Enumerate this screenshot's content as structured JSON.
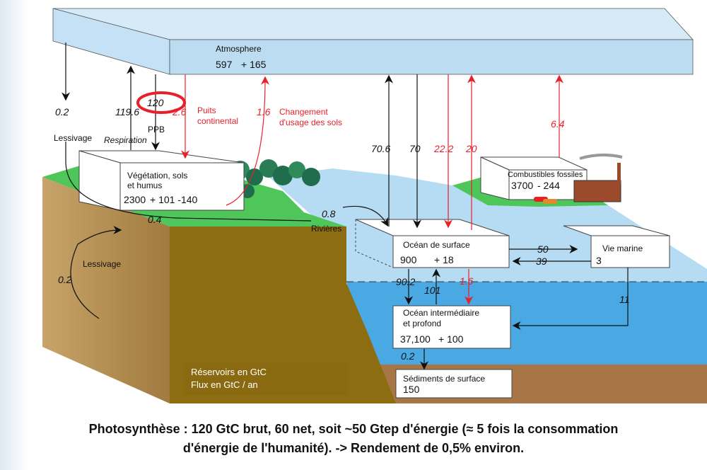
{
  "atmosphere": {
    "label": "Atmosphere",
    "stock": "597",
    "delta": "+ 165"
  },
  "vegetation": {
    "label_line1": "Végétation, sols",
    "label_line2": "et humus",
    "stock": "2300",
    "delta": "+ 101 -140"
  },
  "fossil": {
    "label": "Combustibles fossiles",
    "stock": "3700",
    "delta": "- 244"
  },
  "ocean_surface": {
    "label": "Océan de surface",
    "stock": "900",
    "delta": "+ 18"
  },
  "marine_life": {
    "label": "Vie marine",
    "stock": "3"
  },
  "ocean_deep": {
    "label_line1": "Océan intermédiaire",
    "label_line2": "et profond",
    "stock": "37,100",
    "delta": "+ 100"
  },
  "sediments": {
    "label": "Sédiments de surface",
    "stock": "150"
  },
  "fluxes": {
    "leaching_atm": "0.2",
    "leaching_label": "Lessivage",
    "respiration": "119.6",
    "respiration_label": "Respiration",
    "gpp": "120",
    "gpp_label": "PPB",
    "land_sink": "2.6",
    "land_sink_label_1": "Puits",
    "land_sink_label_2": "continental",
    "land_use": "1.6",
    "land_use_label_1": "Changement",
    "land_use_label_2": "d'usage des sols",
    "ocean_up": "70.6",
    "ocean_down": "70",
    "ocean_anthro_down": "22.2",
    "ocean_anthro_up": "20",
    "fossil_emission": "6.4",
    "runoff_small": "0.4",
    "rivers": "0.8",
    "rivers_label": "Rivières",
    "soil_leaching": "0.2",
    "soil_leaching_label": "Lessivage",
    "to_marine": "50",
    "from_marine": "39",
    "surface_to_deep": "90.2",
    "deep_to_surface": "101",
    "anthro_to_deep": "1.6",
    "marine_to_deep": "11",
    "to_sediments": "0.2"
  },
  "legend": {
    "line1": "Réservoirs en GtC",
    "line2": "Flux en GtC / an"
  },
  "caption": {
    "line1": "Photosynthèse : 120 GtC brut, 60 net, soit ~50 Gtep d'énergie (≈ 5 fois la consommation",
    "line2": "d'énergie de l'humanité). -> Rendement de 0,5% environ."
  },
  "colors": {
    "red": "#e8202a",
    "sky": "#bcdcf2",
    "ocean_light": "#b5dcf2",
    "ocean_deep": "#4aa8e3",
    "soil": "#b07a46",
    "grass": "#4ec65a"
  }
}
